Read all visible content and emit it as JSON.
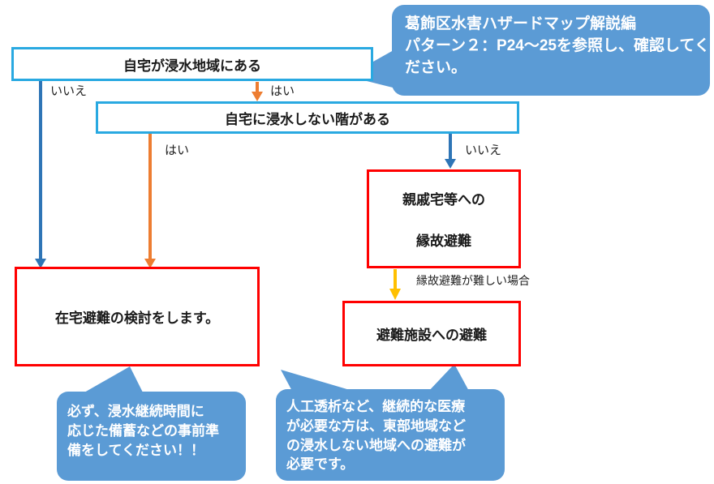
{
  "palette": {
    "cyan_border": "#29A9E1",
    "blue_dark": "#2E75B6",
    "orange": "#ED7D31",
    "yellow": "#FFC000",
    "red": "#FF0000",
    "callout_bg": "#5B9BD5",
    "callout_text": "#FFFFFF"
  },
  "flowchart": {
    "box1": {
      "label": "自宅が浸水地域にある"
    },
    "box2": {
      "label": "自宅に浸水しない階がある"
    },
    "box_relative": {
      "line1": "親戚宅等への",
      "line2": "縁故避難"
    },
    "box_shelter": {
      "label": "避難施設への避難"
    },
    "box_home": {
      "label": "在宅避難の検討をします。"
    },
    "edge_labels": {
      "box1_no": "いいえ",
      "box1_yes": "はい",
      "box2_yes": "はい",
      "box2_no": "いいえ",
      "relative_hard": "縁故避難が難しい場合"
    }
  },
  "callouts": {
    "header": {
      "lines": [
        "葛飾区水害ハザードマップ解説編",
        "パターン２：P24～25を参照し、確認してく",
        "ださい。"
      ]
    },
    "prepare": {
      "lines": [
        "必ず、浸水継続時間に",
        "応じた備蓄などの事前準",
        "備をしてください！！"
      ]
    },
    "medical": {
      "lines": [
        "人工透析など、継続的な医療",
        "が必要な方は、東部地域など",
        "の浸水しない地域への避難が",
        "必要です。"
      ]
    }
  }
}
